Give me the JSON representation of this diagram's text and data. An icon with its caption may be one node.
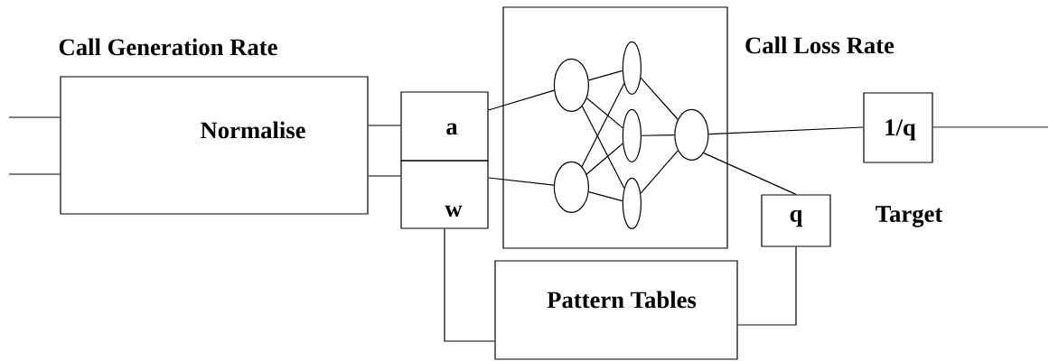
{
  "diagram": {
    "nodes": [
      {
        "text": [
          "Normalise"
        ]
      },
      {
        "text": [
          "a"
        ]
      },
      {
        "text": [
          "w"
        ]
      },
      {
        "text": [],
        "shape": "box"
      },
      {
        "text": [],
        "shape": "circle",
        "in": 3
      },
      {
        "text": [],
        "shape": "circle",
        "in": 3
      },
      {
        "text": [],
        "shape": "circle",
        "in": 3
      },
      {
        "text": [],
        "shape": "circle",
        "in": 3
      },
      {
        "text": [],
        "shape": "circle",
        "in": 3
      },
      {
        "text": [],
        "shape": "circle",
        "in": 3
      },
      {
        "text": [
          "1/q"
        ]
      },
      {
        "text": [
          "q"
        ]
      },
      {
        "text": [
          "Pattern Tables"
        ]
      }
    ],
    "edges": [
      {
        "from": null,
        "to": 0,
        "arrow": "none"
      },
      {
        "from": null,
        "to": 0,
        "arrow": "none"
      },
      {
        "from": 0,
        "to": 1,
        "arrow": "none"
      },
      {
        "from": 0,
        "to": 2,
        "arrow": "none"
      },
      {
        "from": 1,
        "to": 4,
        "arrow": "none"
      },
      {
        "from": 2,
        "to": 5,
        "arrow": "none"
      },
      {
        "from": 4,
        "to": 6,
        "arrow": "none"
      },
      {
        "from": 4,
        "to": 7,
        "arrow": "none"
      },
      {
        "from": 4,
        "to": 8,
        "arrow": "none"
      },
      {
        "from": 5,
        "to": 6,
        "arrow": "none"
      },
      {
        "from": 5,
        "to": 7,
        "arrow": "none"
      },
      {
        "from": 5,
        "to": 8,
        "arrow": "none"
      },
      {
        "from": 6,
        "to": 9,
        "arrow": "none"
      },
      {
        "from": 7,
        "to": 9,
        "arrow": "none"
      },
      {
        "from": 8,
        "to": 9,
        "arrow": "none"
      },
      {
        "from": 9,
        "to": 10,
        "arrow": "none"
      },
      {
        "from": 10,
        "to": null,
        "arrow": "none"
      },
      {
        "from": 9,
        "to": 11,
        "arrow": "none"
      },
      {
        "from": 2,
        "to": 12,
        "arrow": "none"
      },
      {
        "from": 11,
        "to": 12,
        "arrow": "none"
      }
    ],
    "labels": [
      "Call Generation Rate",
      "Call Loss Rate",
      "Target"
    ]
  }
}
